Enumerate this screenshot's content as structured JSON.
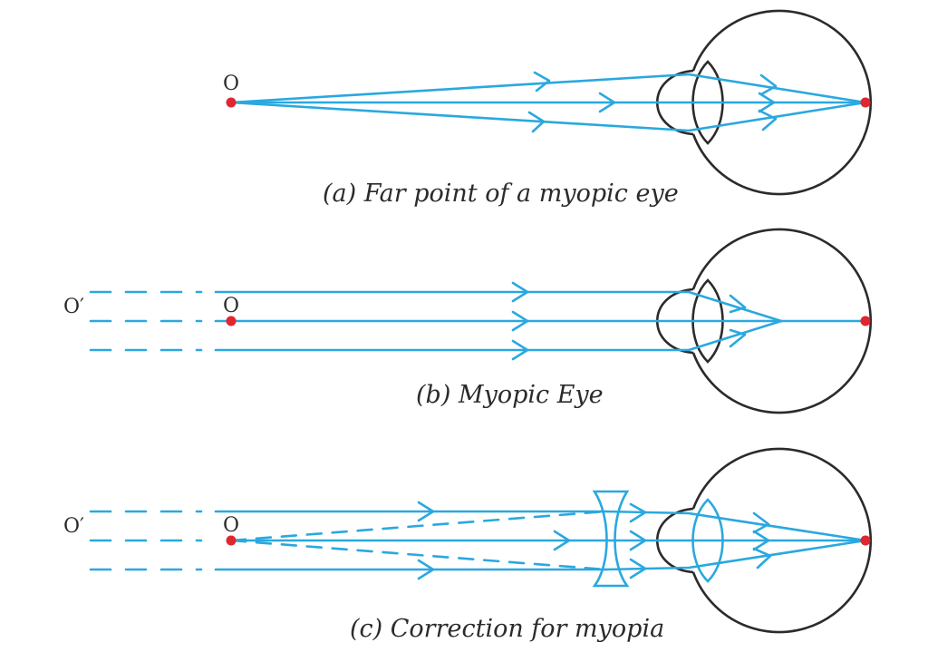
{
  "colors": {
    "ray": "#2aa8df",
    "eye": "#2b2b2b",
    "point": "#e0262f",
    "text": "#2b2b2b"
  },
  "panels": [
    {
      "id": "a",
      "caption": "(a) Far point of a myopic eye",
      "object_label": "O"
    },
    {
      "id": "b",
      "caption": "(b) Myopic Eye",
      "object_label": "O",
      "far_point_label": "O′"
    },
    {
      "id": "c",
      "caption": "(c) Correction for myopia",
      "object_label": "O",
      "far_point_label": "O′"
    }
  ]
}
